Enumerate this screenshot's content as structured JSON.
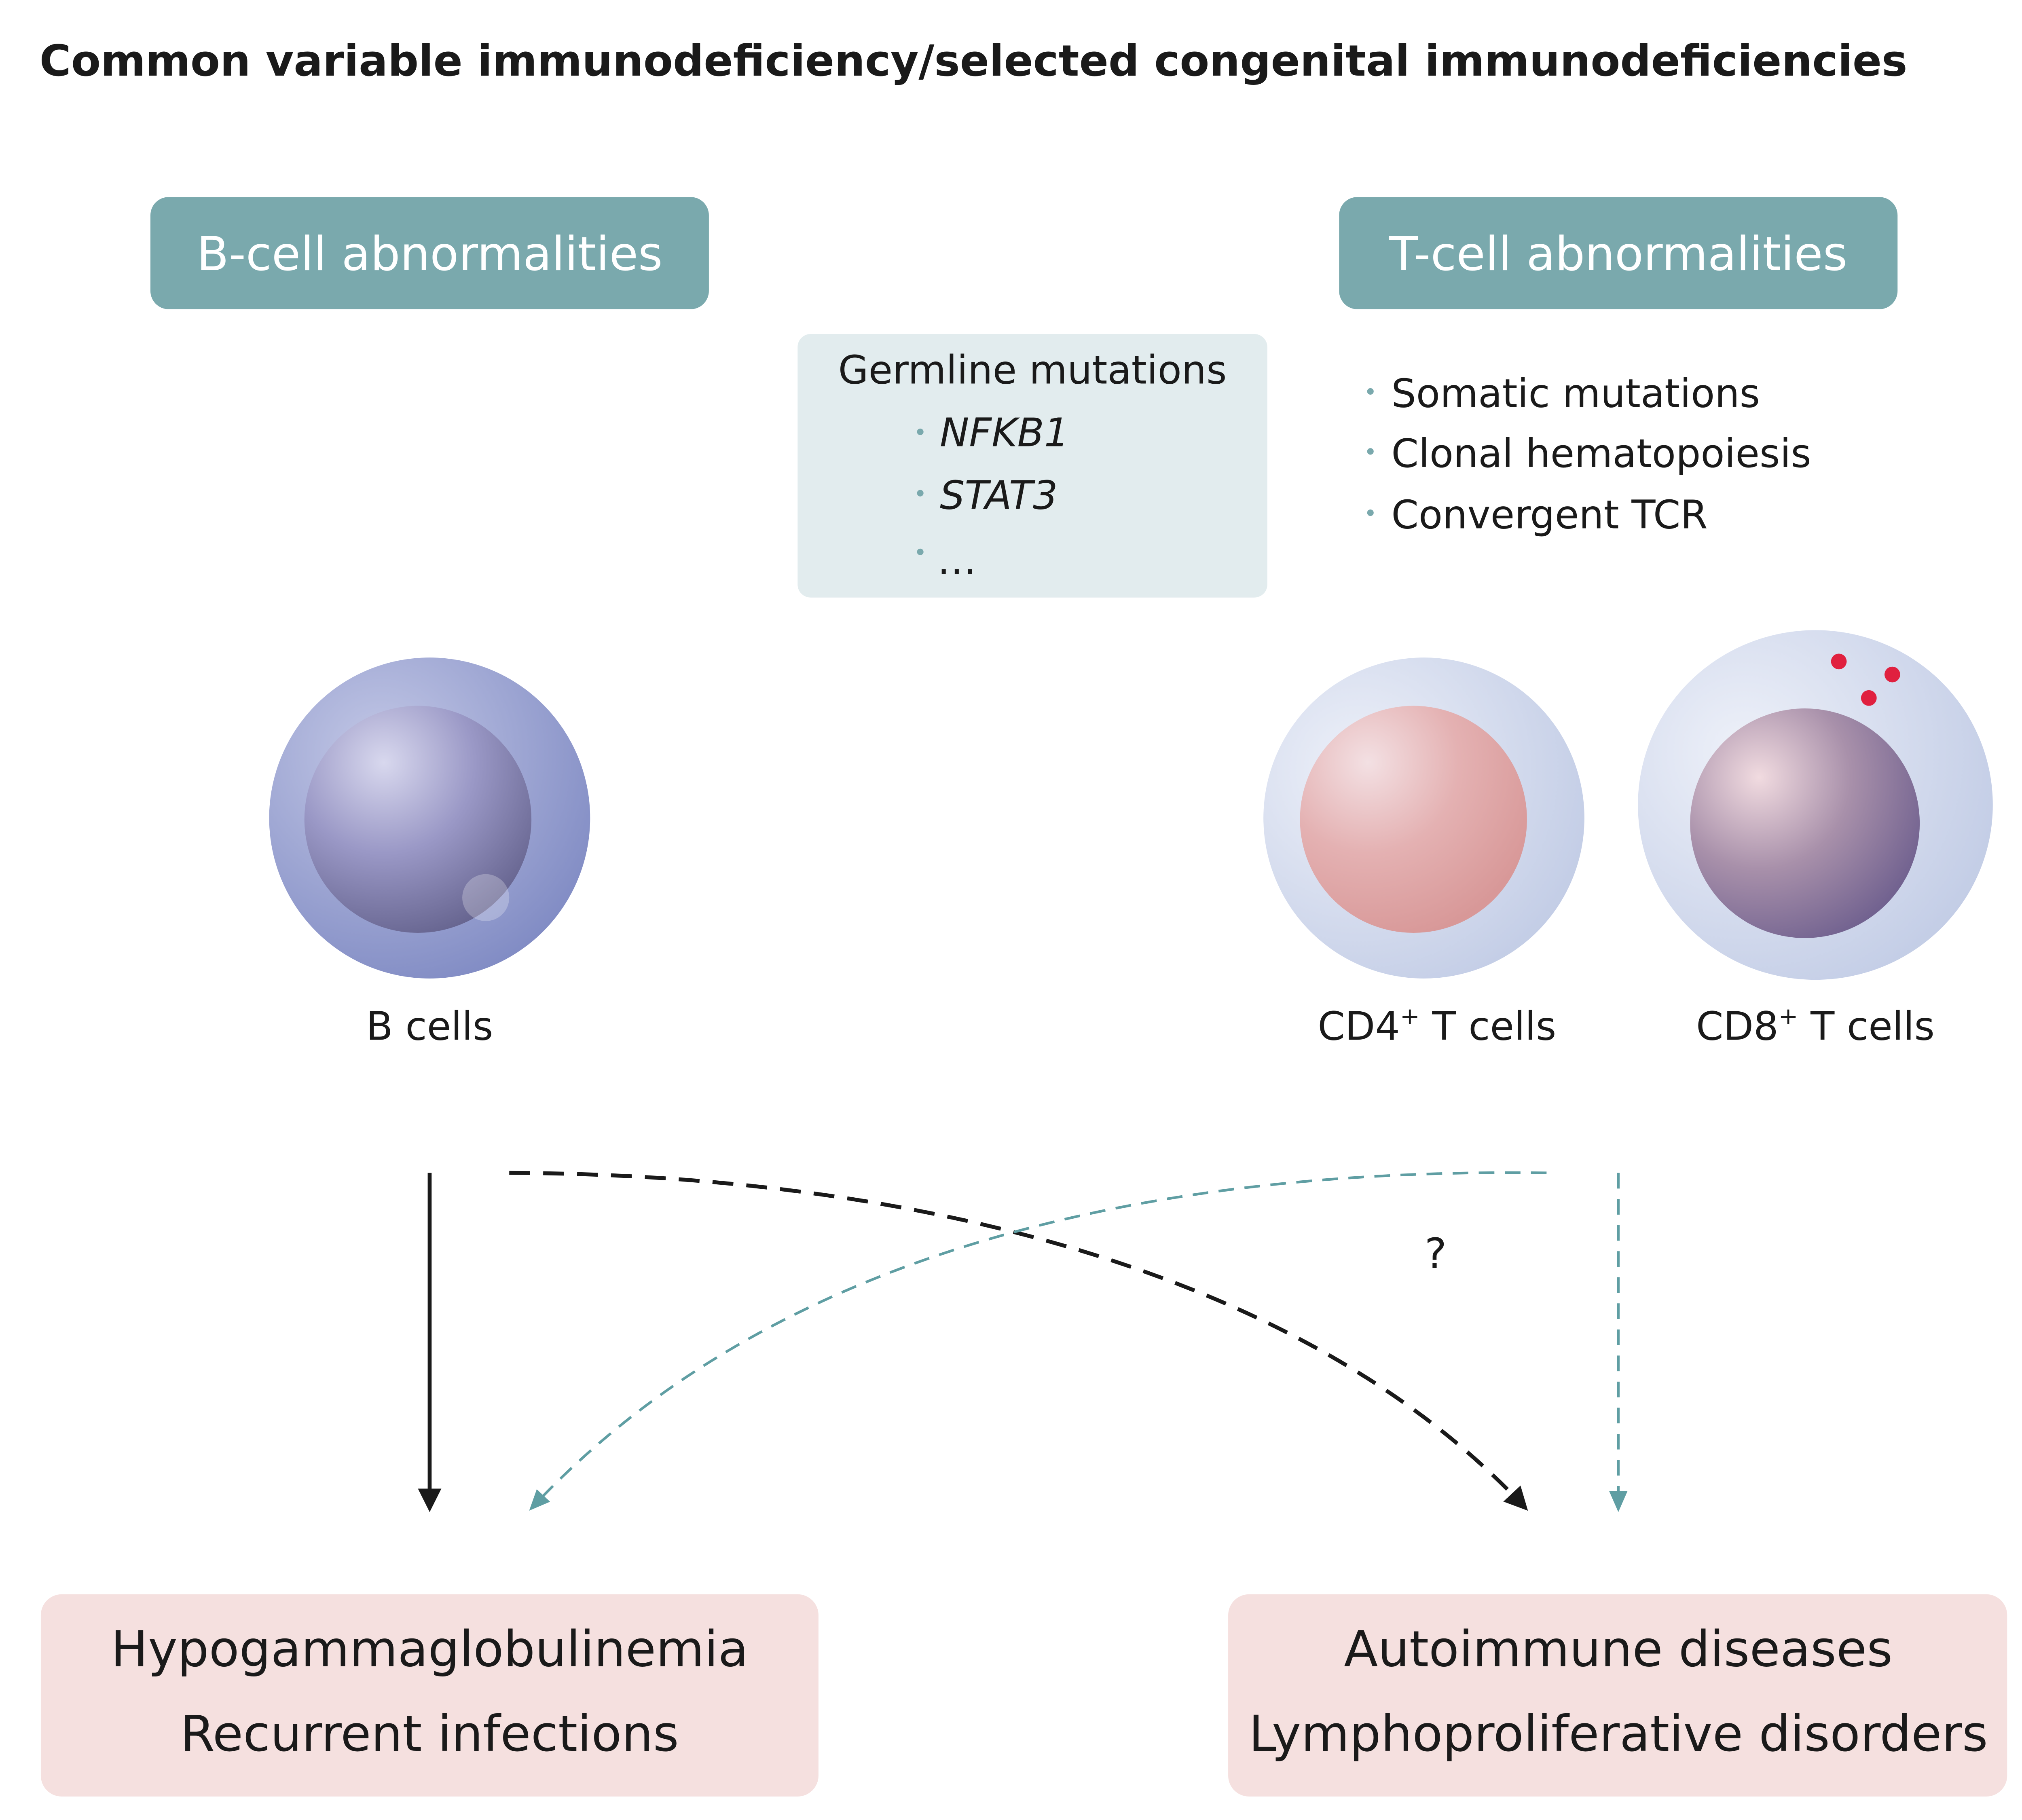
{
  "title": "Common variable immunodeficiency/selected congenital immunodeficiencies",
  "b_header": "B-cell abnormalities",
  "t_header": "T-cell abnormalities",
  "germline": {
    "heading": "Germline mutations",
    "items": [
      "NFKB1",
      "STAT3",
      "…"
    ]
  },
  "t_factors": [
    "Somatic mutations",
    "Clonal hematopoiesis",
    "Convergent TCR"
  ],
  "cells": {
    "b": "B cells",
    "cd4": {
      "name": "CD4",
      "sup": "+",
      "suffix": " T cells"
    },
    "cd8": {
      "name": "CD8",
      "sup": "+",
      "suffix": " T cells"
    }
  },
  "question_mark": "?",
  "outcomes": {
    "left": [
      "Hypogammaglobulinemia",
      "Recurrent infections"
    ],
    "right": [
      "Autoimmune diseases",
      "Lymphoproliferative disorders"
    ]
  },
  "colors": {
    "header_box": "#7aa9ad",
    "germline_box": "#e2ecee",
    "outcome_box": "#f5e0df",
    "bullet": "#7aa9ad",
    "teal_arrow": "#5f9ea3",
    "granule": "#e0203f"
  }
}
